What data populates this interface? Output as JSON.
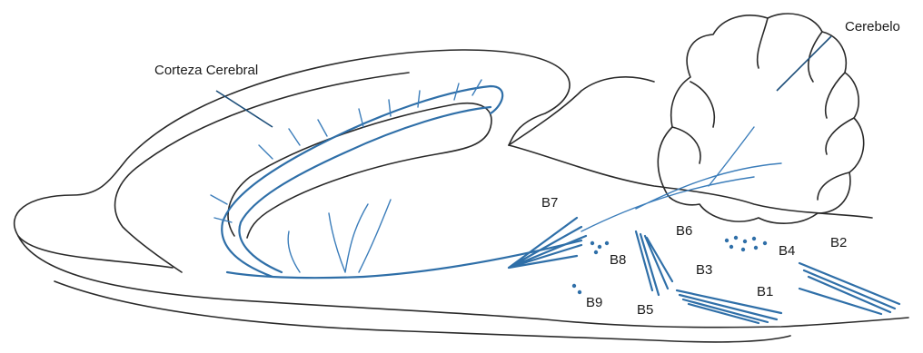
{
  "labels": {
    "cortex": "Corteza Cerebral",
    "cerebellum": "Cerebelo",
    "b1": "B1",
    "b2": "B2",
    "b3": "B3",
    "b4": "B4",
    "b5": "B5",
    "b6": "B6",
    "b7": "B7",
    "b8": "B8",
    "b9": "B9"
  },
  "colors": {
    "fibers": "#2f6fa8",
    "outline": "#2a2a2a",
    "background": "#ffffff"
  }
}
